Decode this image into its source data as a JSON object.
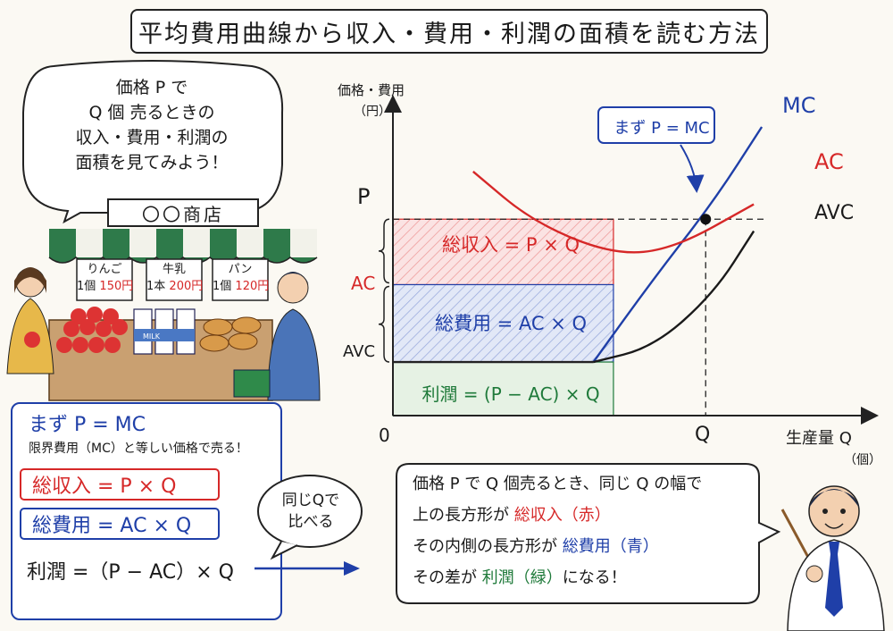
{
  "title": "平均費用曲線から収入・費用・利潤の面積を読む方法",
  "speech_left": [
    "価格 P で",
    "Q 個 売るときの",
    "収入・費用・利潤の",
    "面積を見てみよう！"
  ],
  "shop": {
    "sign": "〇〇商店",
    "items": [
      {
        "name": "りんご",
        "qty": "1個",
        "price": "150円"
      },
      {
        "name": "牛乳",
        "qty": "1本",
        "price": "200円"
      },
      {
        "name": "パン",
        "qty": "1個",
        "price": "120円"
      }
    ],
    "milk_label": "MILK"
  },
  "chart_labels": {
    "y_axis": "価格・費用",
    "y_unit": "（円）",
    "x_axis": "生産量 Q",
    "x_unit": "（個）",
    "origin": "0",
    "tick_P": "P",
    "tick_AC": "AC",
    "tick_AVC": "AVC",
    "tick_Q": "Q",
    "curve_MC": "MC",
    "curve_AC": "AC",
    "curve_AVC": "AVC",
    "callout": "まず P = MC",
    "rect_revenue": "総収入 = P × Q",
    "rect_cost": "総費用 = AC × Q",
    "rect_profit": "利潤 = (P − AC) × Q"
  },
  "chart_data": {
    "type": "line",
    "xlabel": "生産量 Q（個）",
    "ylabel": "価格・費用（円）",
    "series": [
      {
        "name": "MC",
        "points": [
          [
            5.0,
            1.8
          ],
          [
            6.5,
            4.6
          ],
          [
            8.0,
            7.2
          ],
          [
            9.2,
            9.7
          ]
        ]
      },
      {
        "name": "AC",
        "points": [
          [
            2.0,
            8.2
          ],
          [
            3.5,
            6.5
          ],
          [
            5.5,
            5.4
          ],
          [
            7.0,
            5.6
          ],
          [
            9.0,
            7.1
          ]
        ]
      },
      {
        "name": "AVC",
        "points": [
          [
            5.0,
            1.8
          ],
          [
            6.5,
            2.3
          ],
          [
            8.0,
            4.1
          ],
          [
            9.0,
            6.2
          ]
        ]
      }
    ],
    "markers": {
      "P": 6.6,
      "AC": 4.4,
      "AVC": 1.8,
      "Q": 7.8
    },
    "colors": {
      "MC": "#1f3fa8",
      "AC": "#d62828",
      "AVC": "#1a1a1a"
    }
  },
  "summary_box": {
    "line1": "まず P = MC",
    "line2": "限界費用（MC）と等しい価格で売る！",
    "box_revenue": "総収入 = P × Q",
    "box_cost": "総費用 = AC × Q",
    "profit": "利潤 =（P − AC）× Q"
  },
  "arrow_bubble": [
    "同じQで",
    "比べる"
  ],
  "explain": {
    "line1": "価格 P で Q 個売るとき、同じ Q の幅で",
    "line2a": "上の長方形が ",
    "line2b": "総収入（赤）",
    "line3a": "その内側の長方形が ",
    "line3b": "総費用（青）",
    "line4a": "その差が ",
    "line4b": "利潤（緑）",
    "line4c": "になる！"
  },
  "colors": {
    "red": "#d62828",
    "blue": "#1f3fa8",
    "green": "#1f7a3a"
  }
}
